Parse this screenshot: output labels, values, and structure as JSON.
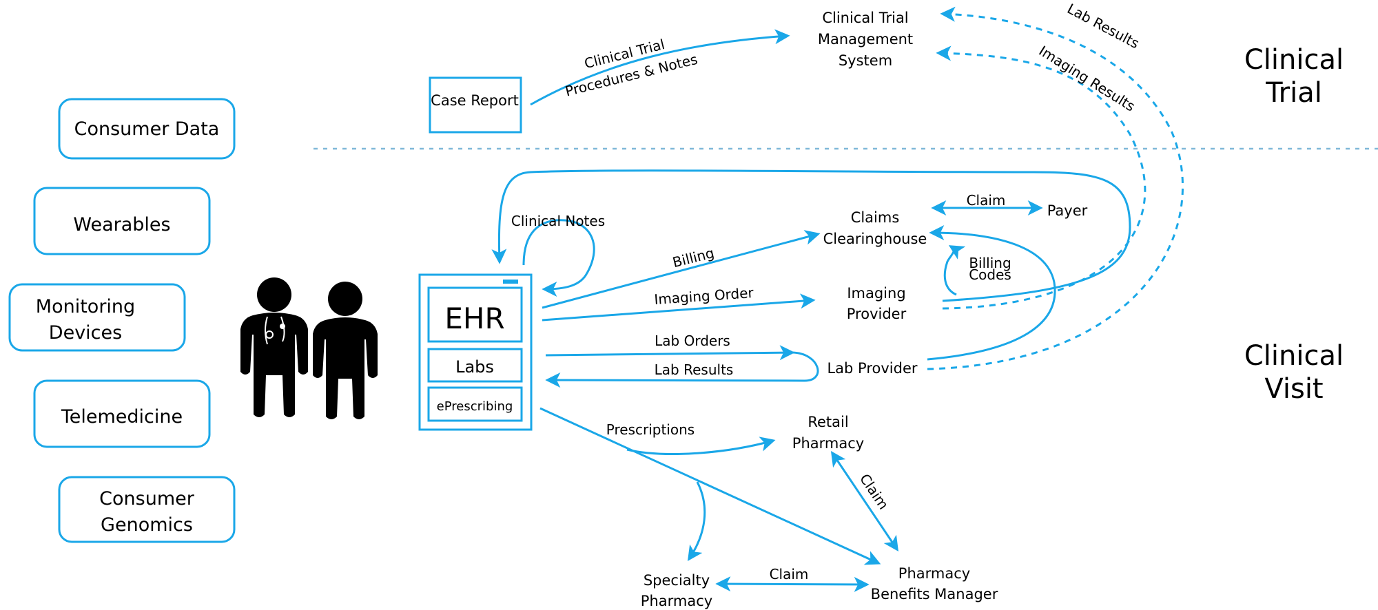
{
  "sections": {
    "top": [
      "Clinical",
      "Trial"
    ],
    "bottom": [
      "Clinical",
      "Visit"
    ]
  },
  "data_sources": [
    {
      "lines": [
        "Consumer Data"
      ]
    },
    {
      "lines": [
        "Wearables"
      ]
    },
    {
      "lines": [
        "Monitoring",
        "Devices"
      ]
    },
    {
      "lines": [
        "Telemedicine"
      ]
    },
    {
      "lines": [
        "Consumer",
        "Genomics"
      ]
    }
  ],
  "ehr": {
    "main": "EHR",
    "labs": "Labs",
    "eprescribing": "ePrescribing"
  },
  "nodes": {
    "case_report": "Case Report",
    "ctms": [
      "Clinical Trial",
      "Management",
      "System"
    ],
    "claims_clearinghouse": [
      "Claims",
      "Clearinghouse"
    ],
    "payer": "Payer",
    "imaging_provider": [
      "Imaging",
      "Provider"
    ],
    "lab_provider": "Lab Provider",
    "retail_pharmacy": [
      "Retail",
      "Pharmacy"
    ],
    "specialty_pharmacy": [
      "Specialty",
      "Pharmacy"
    ],
    "pbm": [
      "Pharmacy",
      "Benefits Manager"
    ]
  },
  "edges": {
    "clinical_trial_notes": [
      "Clinical Trial",
      "Procedures & Notes"
    ],
    "lab_results_top": "Lab Results",
    "imaging_results": "Imaging Results",
    "clinical_notes": "Clinical Notes",
    "billing": "Billing",
    "imaging_order": "Imaging Order",
    "lab_orders": "Lab Orders",
    "lab_results": "Lab Results",
    "claim_payer": "Claim",
    "billing_codes": [
      "Billing",
      "Codes"
    ],
    "prescriptions": "Prescriptions",
    "claim_retail": "Claim",
    "claim_specialty": "Claim"
  },
  "colors": {
    "accent": "#1aa7e8",
    "divider": "#7fb8d8",
    "person": "#000000"
  }
}
